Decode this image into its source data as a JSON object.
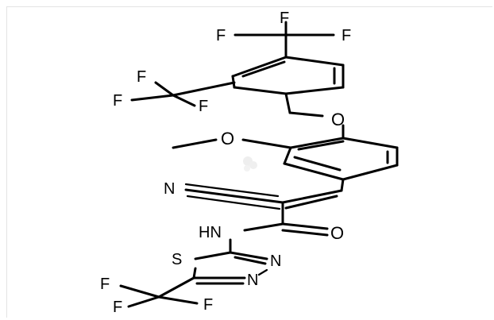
{
  "atoms": {
    "f_top": "F",
    "f_top_left": "F",
    "f_top_right": "F",
    "f_mid_upper": "F",
    "f_mid_left": "F",
    "f_mid_right": "F",
    "o_ether": "O",
    "o_methoxy": "O",
    "n_nitrile": "N",
    "o_carbonyl": "O",
    "nh_amide": "HN",
    "s_ring": "S",
    "n_ring_upper": "N",
    "n_ring_lower": "N",
    "f_bottom_left_upper": "F",
    "f_bottom_left_lower": "F",
    "f_bottom_right": "F"
  }
}
